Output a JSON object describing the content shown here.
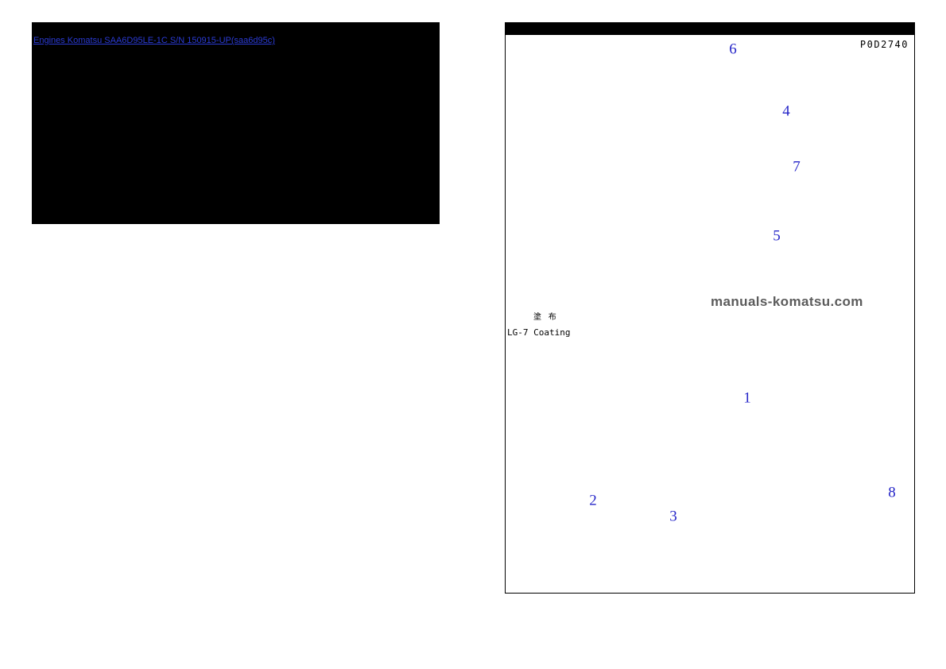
{
  "left_panel": {
    "link_text": "Engines Komatsu SAA6D95LE-1C S/N 150915-UP(saa6d95c)"
  },
  "diagram": {
    "code": "P0D2740",
    "watermark": "manuals-komatsu.com",
    "coating": {
      "cjk": "塗 布",
      "label": "LG-7 Coating"
    },
    "callouts": [
      {
        "label": "6"
      },
      {
        "label": "4"
      },
      {
        "label": "7"
      },
      {
        "label": "5"
      },
      {
        "label": "1"
      },
      {
        "label": "2"
      },
      {
        "label": "3"
      },
      {
        "label": "8"
      }
    ]
  }
}
